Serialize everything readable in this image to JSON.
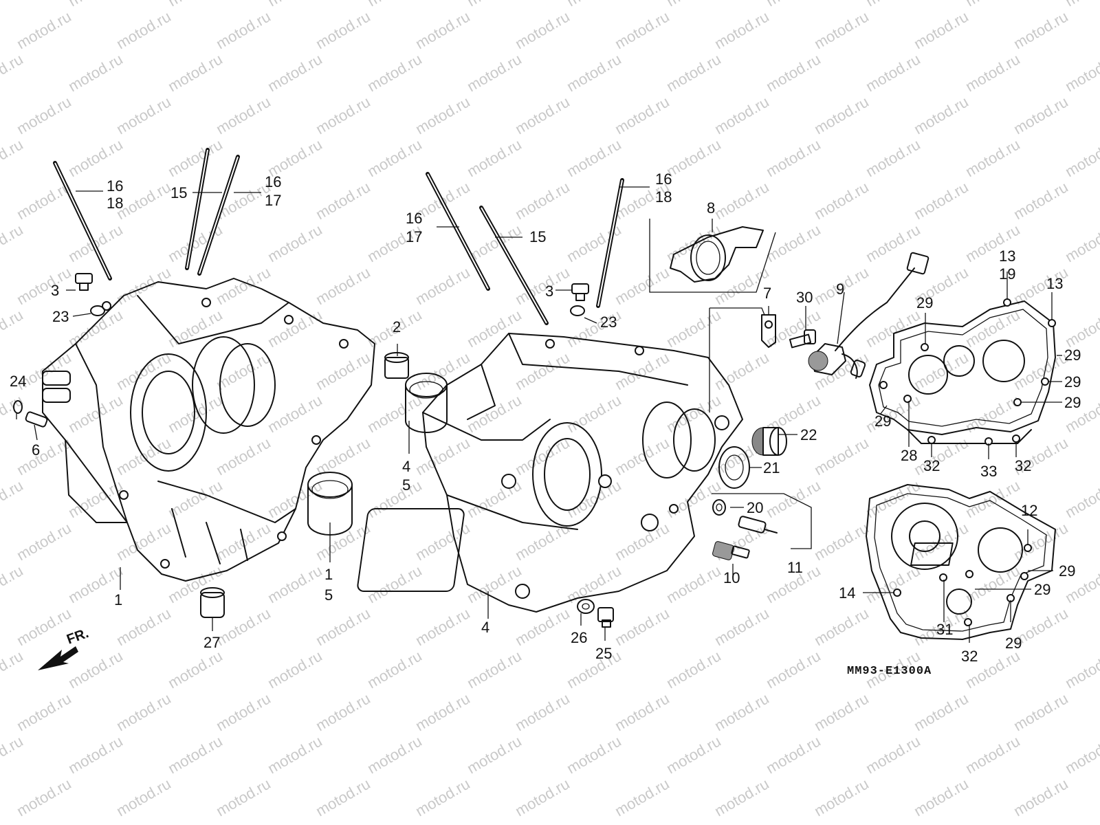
{
  "watermark": "motod.ru",
  "diagram_code": "MM93-E1300A",
  "front_indicator": "FR.",
  "callouts": [
    {
      "id": "c-16-a",
      "text": "16"
    },
    {
      "id": "c-18-a",
      "text": "18"
    },
    {
      "id": "c-15-a",
      "text": "15"
    },
    {
      "id": "c-16-b",
      "text": "16"
    },
    {
      "id": "c-17-a",
      "text": "17"
    },
    {
      "id": "c-3-a",
      "text": "3"
    },
    {
      "id": "c-23-a",
      "text": "23"
    },
    {
      "id": "c-24",
      "text": "24"
    },
    {
      "id": "c-6",
      "text": "6"
    },
    {
      "id": "c-1-a",
      "text": "1"
    },
    {
      "id": "c-27",
      "text": "27"
    },
    {
      "id": "c-1-b",
      "text": "1"
    },
    {
      "id": "c-5-a",
      "text": "5"
    },
    {
      "id": "c-2",
      "text": "2"
    },
    {
      "id": "c-4-a",
      "text": "4"
    },
    {
      "id": "c-5-b",
      "text": "5"
    },
    {
      "id": "c-16-c",
      "text": "16"
    },
    {
      "id": "c-17-b",
      "text": "17"
    },
    {
      "id": "c-15-b",
      "text": "15"
    },
    {
      "id": "c-16-d",
      "text": "16"
    },
    {
      "id": "c-18-b",
      "text": "18"
    },
    {
      "id": "c-3-b",
      "text": "3"
    },
    {
      "id": "c-23-b",
      "text": "23"
    },
    {
      "id": "c-8",
      "text": "8"
    },
    {
      "id": "c-7",
      "text": "7"
    },
    {
      "id": "c-30",
      "text": "30"
    },
    {
      "id": "c-9",
      "text": "9"
    },
    {
      "id": "c-22",
      "text": "22"
    },
    {
      "id": "c-21",
      "text": "21"
    },
    {
      "id": "c-20",
      "text": "20"
    },
    {
      "id": "c-11",
      "text": "11"
    },
    {
      "id": "c-10",
      "text": "10"
    },
    {
      "id": "c-4-b",
      "text": "4"
    },
    {
      "id": "c-26",
      "text": "26"
    },
    {
      "id": "c-25",
      "text": "25"
    },
    {
      "id": "c-13-a",
      "text": "13"
    },
    {
      "id": "c-19",
      "text": "19"
    },
    {
      "id": "c-13-b",
      "text": "13"
    },
    {
      "id": "c-29-a",
      "text": "29"
    },
    {
      "id": "c-29-b",
      "text": "29"
    },
    {
      "id": "c-29-c",
      "text": "29"
    },
    {
      "id": "c-29-d",
      "text": "29"
    },
    {
      "id": "c-29-e",
      "text": "29"
    },
    {
      "id": "c-28",
      "text": "28"
    },
    {
      "id": "c-32-a",
      "text": "32"
    },
    {
      "id": "c-33",
      "text": "33"
    },
    {
      "id": "c-32-b",
      "text": "32"
    },
    {
      "id": "c-12",
      "text": "12"
    },
    {
      "id": "c-14",
      "text": "14"
    },
    {
      "id": "c-29-f",
      "text": "29"
    },
    {
      "id": "c-29-g",
      "text": "29"
    },
    {
      "id": "c-29-h",
      "text": "29"
    },
    {
      "id": "c-31",
      "text": "31"
    },
    {
      "id": "c-32-c",
      "text": "32"
    }
  ]
}
